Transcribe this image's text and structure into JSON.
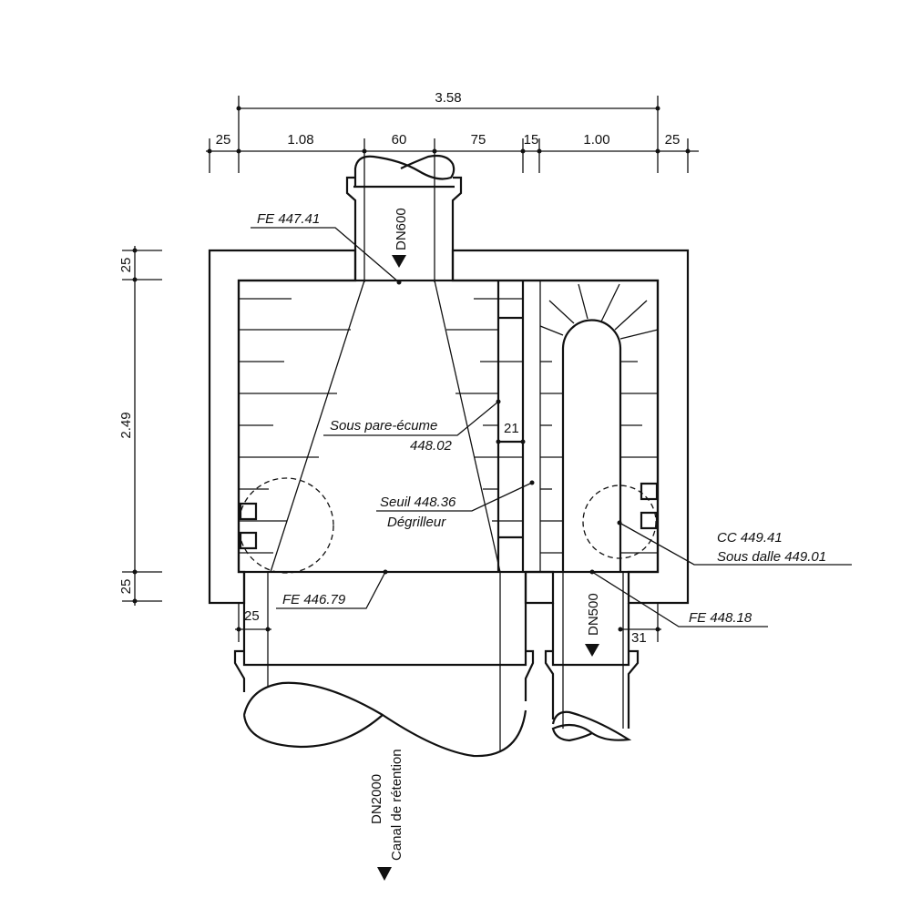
{
  "dimensions": {
    "overall_width": "3.58",
    "segments": [
      "25",
      "1.08",
      "60",
      "75",
      "15",
      "1.00",
      "25"
    ],
    "height_segments": [
      "25",
      "2.49",
      "25"
    ],
    "scum_baffle_gap": "21",
    "left_outlet_offset": "25",
    "right_outlet_offset": "31"
  },
  "pipes": {
    "inlet": "DN600",
    "outlet_small": "DN500",
    "outlet_large": "DN2000",
    "outlet_large_desc": "Canal de rétention"
  },
  "levels": {
    "fe_inlet": "FE 447.41",
    "sous_pare_ecume": "Sous pare-écume",
    "sous_pare_ecume_value": "448.02",
    "seuil": "Seuil 448.36",
    "degrilleur": "Dégrilleur",
    "cc": "CC 449.41",
    "sous_dalle": "Sous dalle 449.01",
    "fe_outlet_left": "FE 446.79",
    "fe_outlet_right": "FE 448.18"
  }
}
